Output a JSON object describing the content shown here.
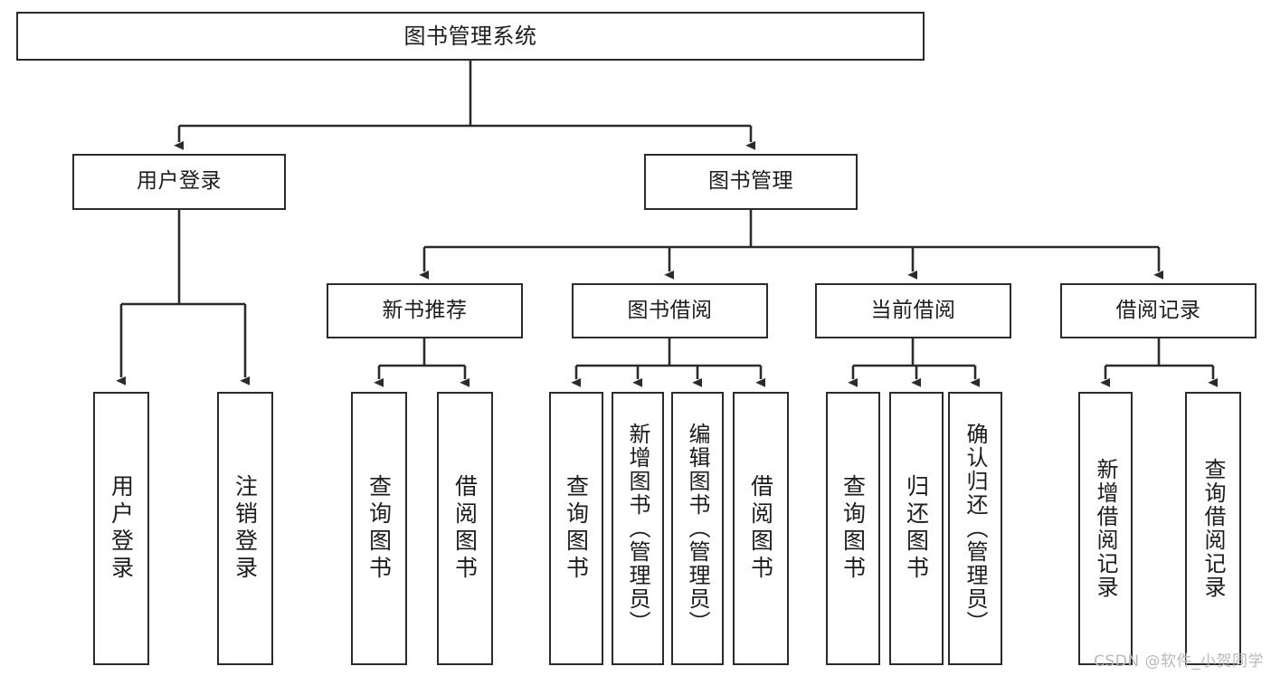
{
  "diagram": {
    "title": "图书管理系统",
    "type": "tree-hierarchy-chart",
    "watermark": "CSDN @软件_小贺同学",
    "stroke_color": "#2b2b2b",
    "fill_color": "#ffffff",
    "text_color": "#1c1c1c",
    "root": {
      "id": "root",
      "label": "图书管理系统"
    },
    "level2": [
      {
        "id": "user-login",
        "label": "用户登录"
      },
      {
        "id": "book-manage",
        "label": "图书管理"
      }
    ],
    "level3": [
      {
        "id": "new-book-rec",
        "label": "新书推荐",
        "parent": "book-manage"
      },
      {
        "id": "book-borrow",
        "label": "图书借阅",
        "parent": "book-manage"
      },
      {
        "id": "current-borrow",
        "label": "当前借阅",
        "parent": "book-manage"
      },
      {
        "id": "borrow-record",
        "label": "借阅记录",
        "parent": "book-manage"
      }
    ],
    "leaves": [
      {
        "id": "leaf-user-login",
        "label": "用户登录",
        "parent": "user-login"
      },
      {
        "id": "leaf-user-logout",
        "label": "注销登录",
        "parent": "user-login"
      },
      {
        "id": "leaf-rec-query-book",
        "label": "查询图书",
        "parent": "new-book-rec"
      },
      {
        "id": "leaf-rec-borrow-book",
        "label": "借阅图书",
        "parent": "new-book-rec"
      },
      {
        "id": "leaf-bb-query-book",
        "label": "查询图书",
        "parent": "book-borrow"
      },
      {
        "id": "leaf-bb-add-book",
        "label": "新增图书（管理员）",
        "parent": "book-borrow"
      },
      {
        "id": "leaf-bb-edit-book",
        "label": "编辑图书（管理员）",
        "parent": "book-borrow"
      },
      {
        "id": "leaf-bb-borrow-book",
        "label": "借阅图书",
        "parent": "book-borrow"
      },
      {
        "id": "leaf-cb-query-book",
        "label": "查询图书",
        "parent": "current-borrow"
      },
      {
        "id": "leaf-cb-return-book",
        "label": "归还图书",
        "parent": "current-borrow"
      },
      {
        "id": "leaf-cb-confirm-return",
        "label": "确认归还（管理员）",
        "parent": "current-borrow"
      },
      {
        "id": "leaf-br-add-record",
        "label": "新增借阅记录",
        "parent": "borrow-record"
      },
      {
        "id": "leaf-br-query-record",
        "label": "查询借阅记录",
        "parent": "borrow-record"
      }
    ]
  }
}
